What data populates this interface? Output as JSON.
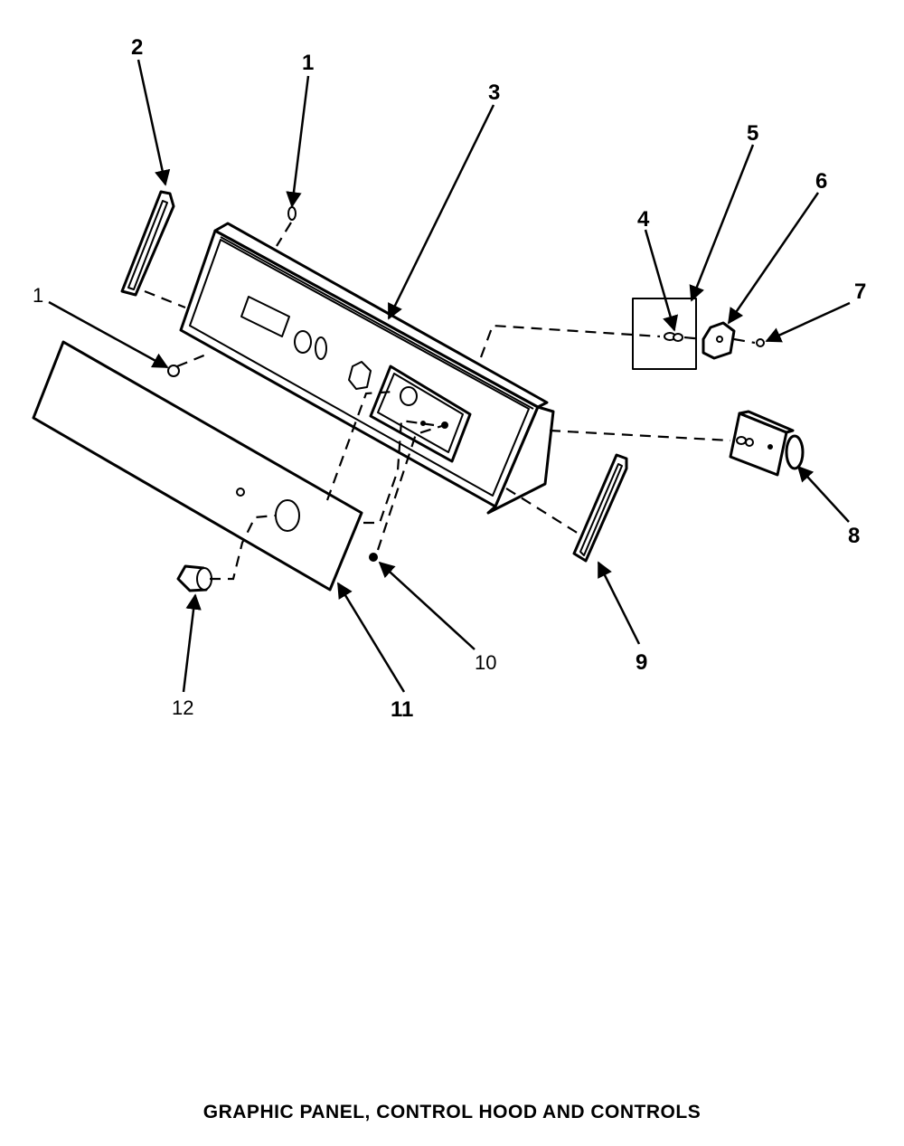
{
  "diagram": {
    "title": "GRAPHIC PANEL, CONTROL HOOD AND CONTROLS",
    "callouts": [
      "1",
      "2",
      "1",
      "3",
      "4",
      "5",
      "6",
      "7",
      "8",
      "9",
      "10",
      "11",
      "12"
    ]
  },
  "colors": {
    "ink": "#000000",
    "paper": "#ffffff"
  }
}
